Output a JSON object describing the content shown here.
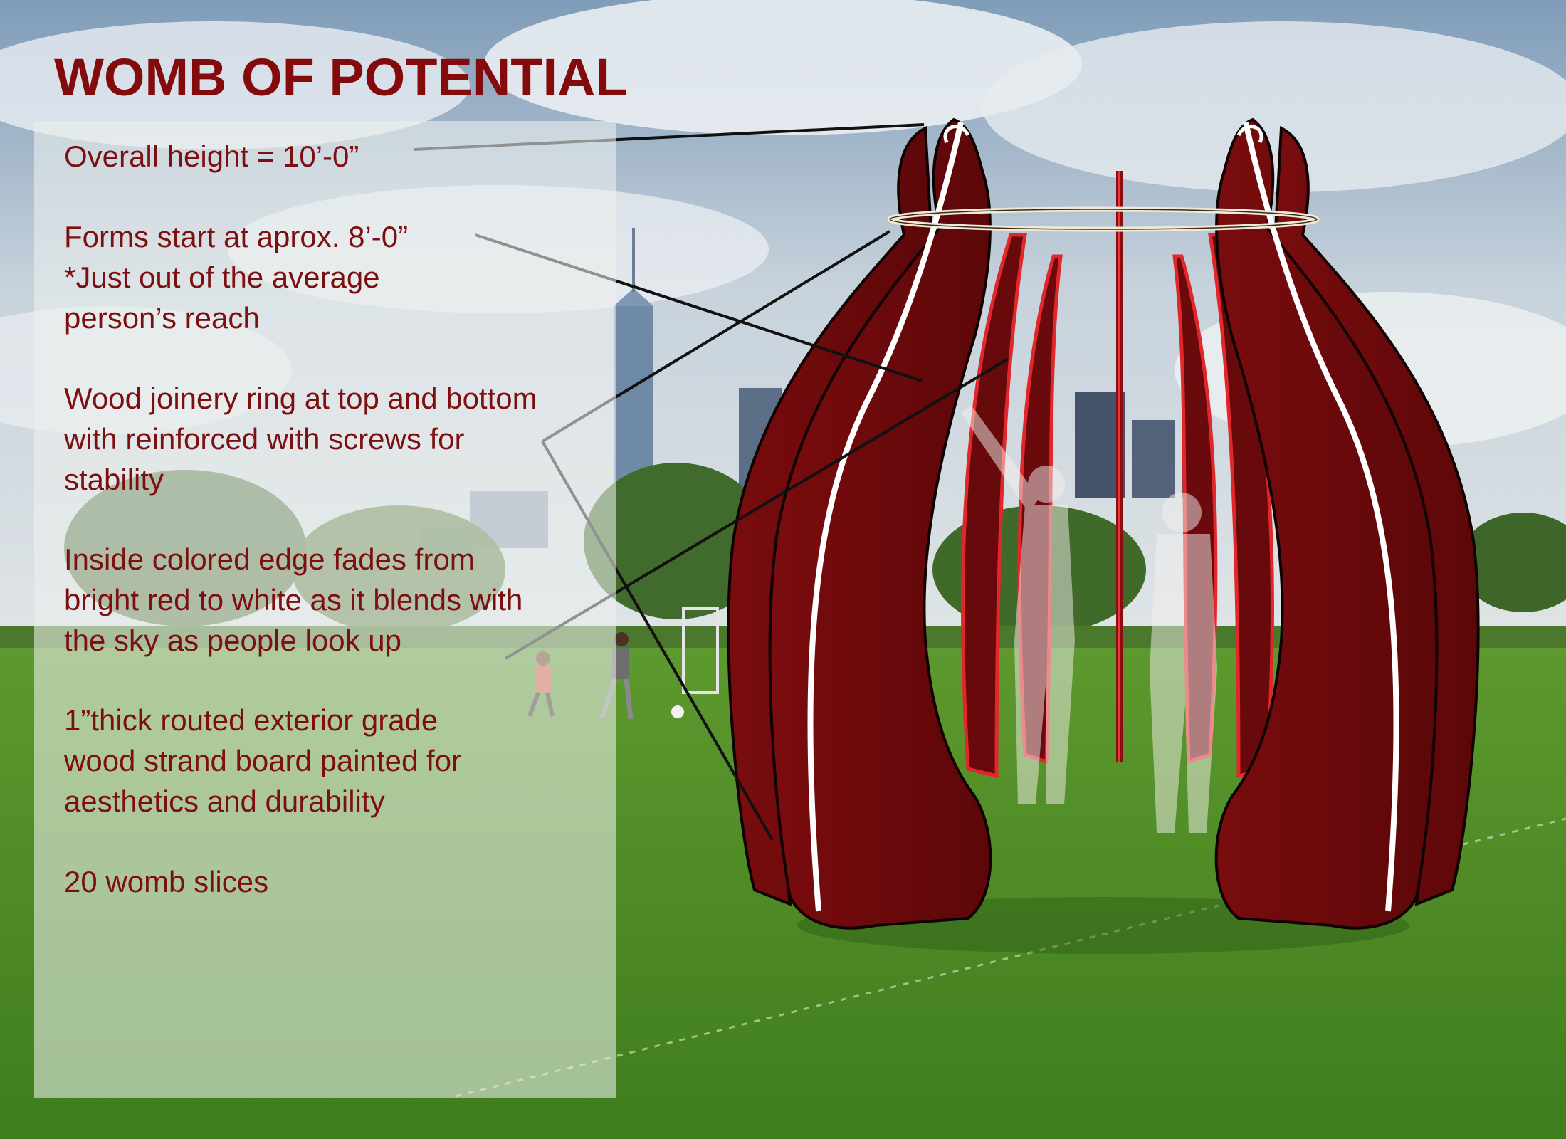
{
  "title": "WOMB OF POTENTIAL",
  "notes": {
    "height": "Overall height = 10’-0”",
    "forms_line1": "Forms start at aprox. 8’-0”",
    "forms_line2": "*Just out of the average",
    "forms_line3": "person’s reach",
    "ring_line1": "Wood joinery ring at top and bottom",
    "ring_line2": "with reinforced with screws for",
    "ring_line3": "stability",
    "edge_line1": "Inside colored edge fades from",
    "edge_line2": "bright red to white as it blends with",
    "edge_line3": "the sky as people look up",
    "material_line1": "1”thick routed exterior grade",
    "material_line2": "wood strand board painted for",
    "material_line3": "aesthetics and durability",
    "slices": "20 womb slices"
  },
  "colors": {
    "title": "#840b0b",
    "text": "#7d0f10",
    "sculpture": "#6e0b0c",
    "sculpture_edge": "#d6262b",
    "grass": "#4f8a25",
    "sky": "#c8d3de"
  }
}
